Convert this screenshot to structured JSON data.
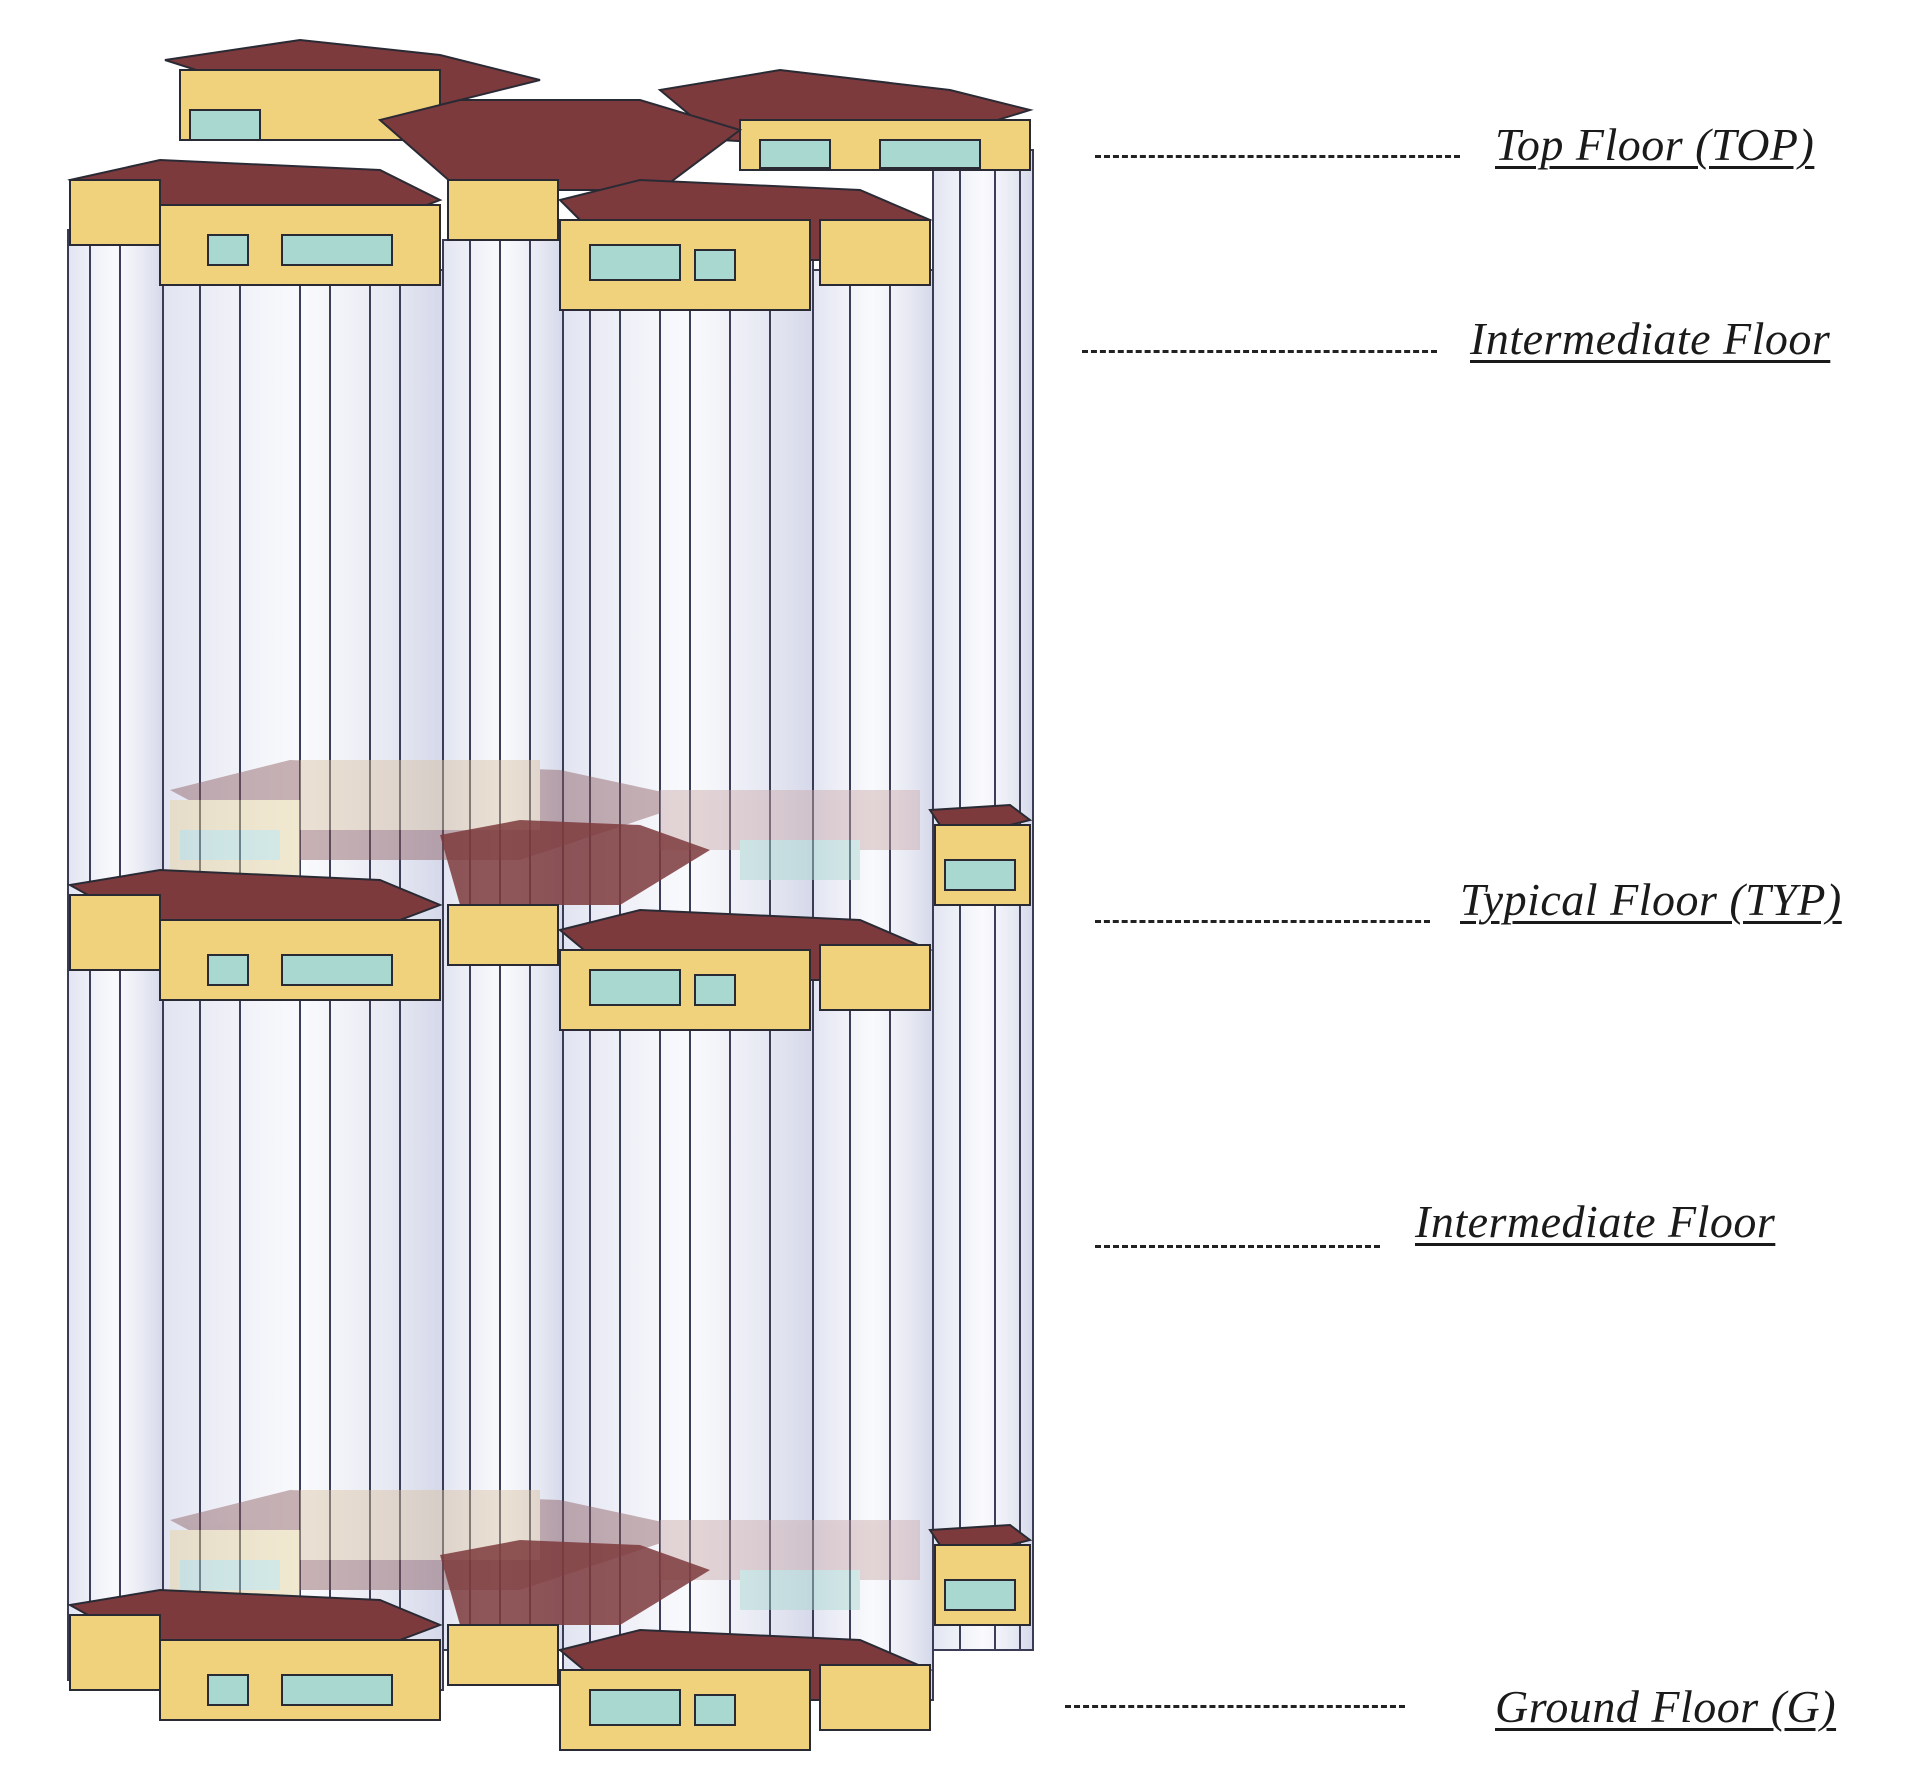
{
  "figure": {
    "colors": {
      "slab": "#7d3a3c",
      "slab_top": "#8a4646",
      "wall": "#f0d27c",
      "wall_side": "#dcb85a",
      "window": "#a8d8d0",
      "glass": "#d8dcee",
      "edge": "#2a2a35",
      "leader": "#222222"
    },
    "labels": {
      "top": "Top Floor (TOP)",
      "intermediate_upper": "Intermediate Floor",
      "typical": "Typical Floor (TYP)",
      "intermediate_lower": "Intermediate Floor",
      "ground": "Ground Floor (G)"
    }
  }
}
